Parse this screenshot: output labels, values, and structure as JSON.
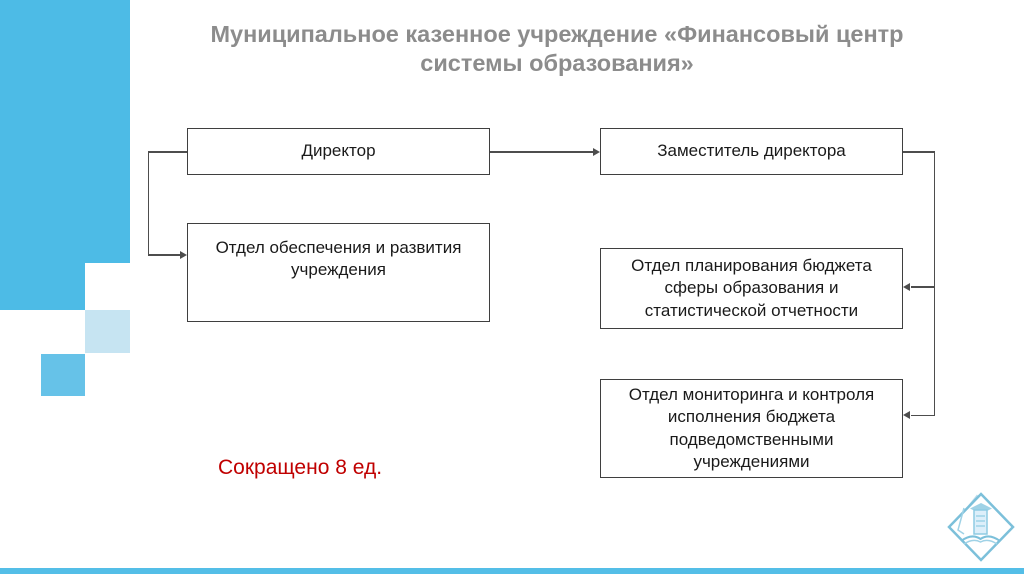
{
  "slide_title": "Муниципальное казенное учреждение «Финансовый центр системы образования»",
  "org_chart": {
    "type": "org-diagram",
    "nodes": [
      {
        "id": "director",
        "label": "Директор"
      },
      {
        "id": "deputy-director",
        "label": "Заместитель директора"
      },
      {
        "id": "dept-support-development",
        "label": "Отдел обеспечения и развития учреждения"
      },
      {
        "id": "dept-budget-planning",
        "label": "Отдел планирования бюджета сферы образования и статистической отчетности"
      },
      {
        "id": "dept-monitoring-control",
        "label": "Отдел мониторинга и контроля исполнения бюджета подведомственными учреждениями"
      }
    ],
    "edges": [
      {
        "from": "director",
        "to": "deputy-director"
      },
      {
        "from": "director",
        "to": "dept-support-development"
      },
      {
        "from": "deputy-director",
        "to": "dept-budget-planning"
      },
      {
        "from": "deputy-director",
        "to": "dept-monitoring-control"
      }
    ]
  },
  "annotation": {
    "text": "Сокращено 8 ед."
  },
  "colors": {
    "accent_blue": "#4dbbe6",
    "accent_blue_light": "#c6e4f2",
    "accent_blue_mid": "#66c2e8",
    "bottom_bar_blue": "#54bee7",
    "title_gray": "#8c8c8c",
    "box_border": "#3f3f3f",
    "connector_gray": "#4d4d4d",
    "note_red": "#c00000",
    "logo_blue": "#7cc0da"
  },
  "logo": {
    "name": "education-center-emblem"
  }
}
